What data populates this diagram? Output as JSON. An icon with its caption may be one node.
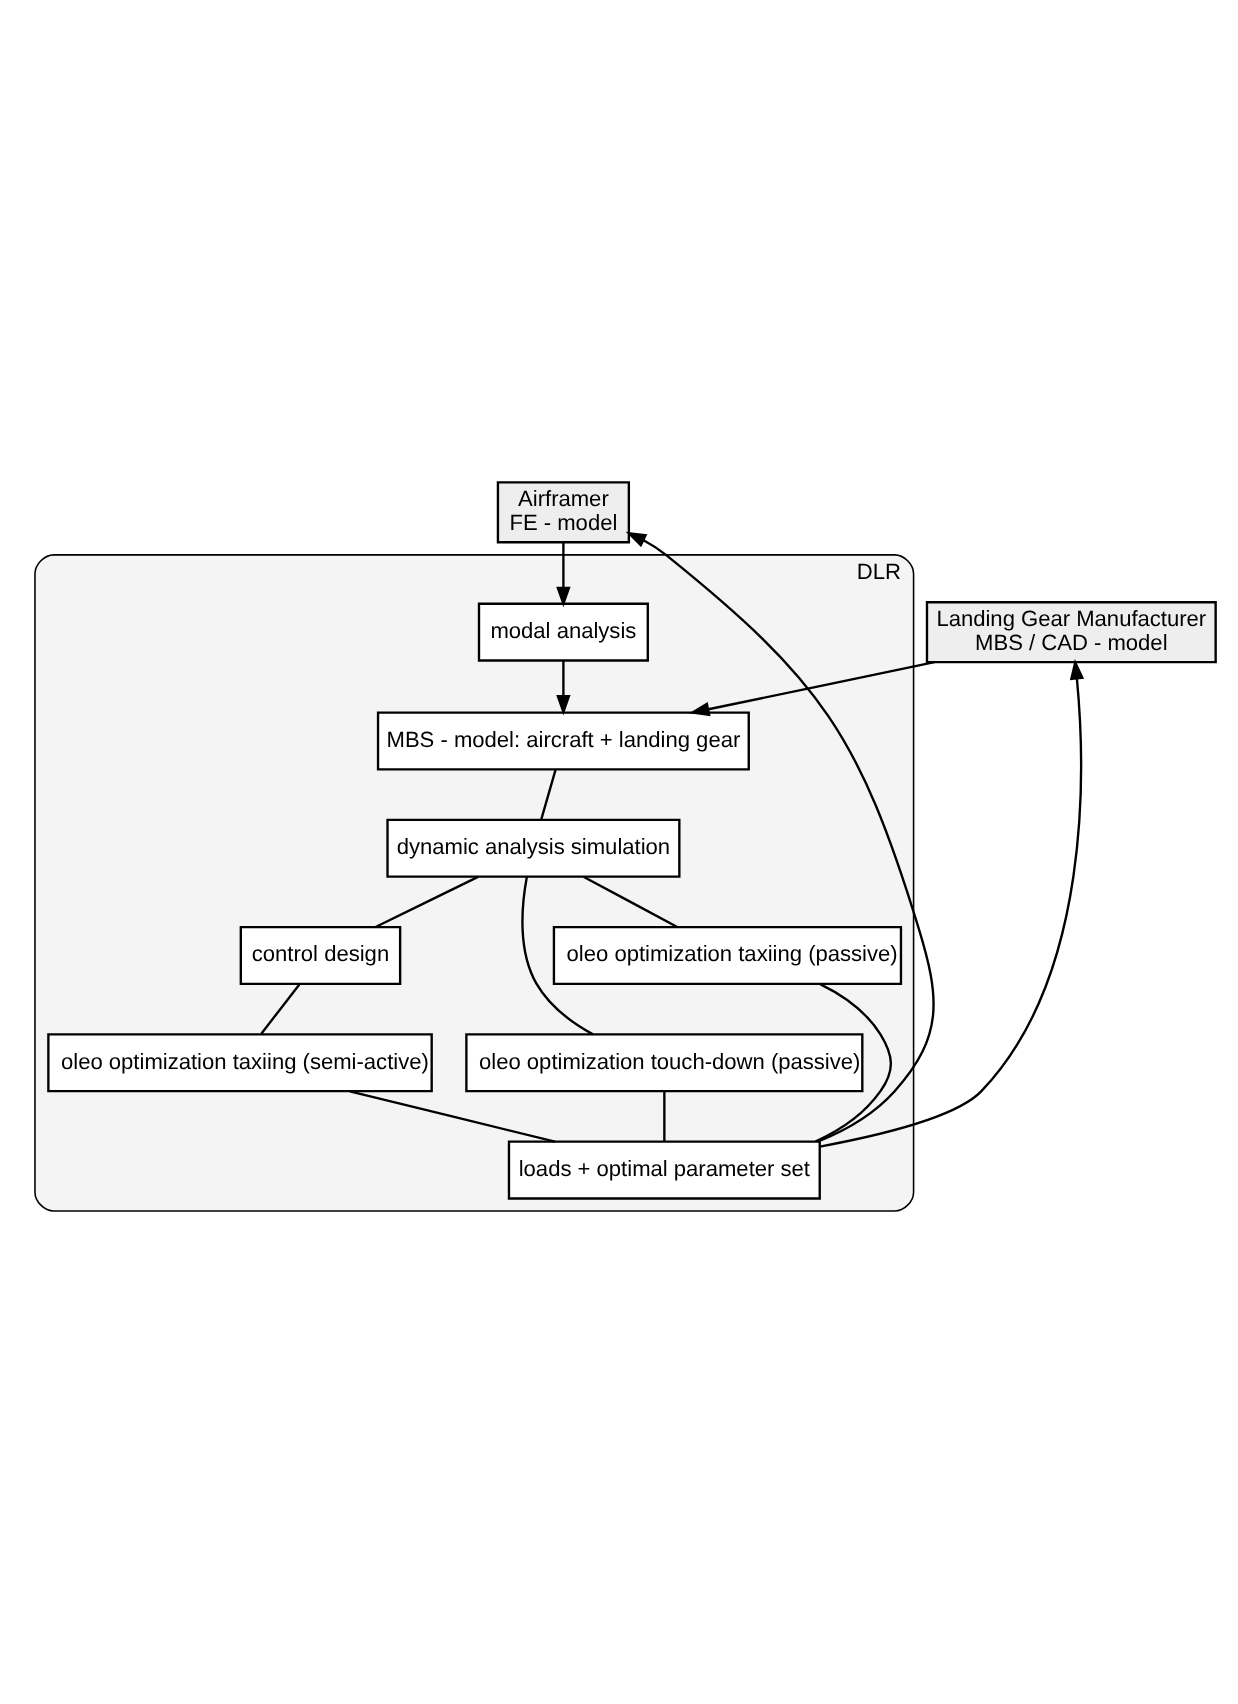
{
  "diagram": {
    "nodes": [
      {
        "text": [
          "Airframer",
          "FE - model"
        ]
      },
      {
        "text": [
          "Landing Gear Manufacturer",
          "MBS / CAD - model"
        ]
      },
      {
        "text": [
          "DLR"
        ]
      },
      {
        "text": [
          "modal analysis"
        ],
        "in": 2
      },
      {
        "text": [
          "MBS - model: aircraft + landing gear"
        ],
        "in": 2
      },
      {
        "text": [
          "dynamic analysis simulation"
        ],
        "in": 2
      },
      {
        "text": [
          "control design"
        ],
        "in": 2
      },
      {
        "text": [
          "oleo optimization touch-down (passive)"
        ],
        "in": 2
      },
      {
        "text": [
          "oleo optimization taxiing (passive)"
        ],
        "in": 2
      },
      {
        "text": [
          "oleo optimization taxiing (semi-active)"
        ],
        "in": 2
      },
      {
        "text": [
          "loads + optimal parameter set"
        ],
        "in": 2
      }
    ],
    "edges": [
      {
        "from": 0,
        "to": 3,
        "arrow": "to"
      },
      {
        "from": 3,
        "to": 4,
        "arrow": "to"
      },
      {
        "from": 1,
        "to": 4,
        "arrow": "to"
      },
      {
        "from": 4,
        "to": 5,
        "arrow": "none"
      },
      {
        "from": 5,
        "to": 7,
        "arrow": "none"
      },
      {
        "from": 5,
        "to": 8,
        "arrow": "none"
      },
      {
        "from": 5,
        "to": 6,
        "arrow": "none"
      },
      {
        "from": 6,
        "to": 9,
        "arrow": "none"
      },
      {
        "from": 7,
        "to": 10,
        "arrow": "none"
      },
      {
        "from": 8,
        "to": 10,
        "arrow": "none"
      },
      {
        "from": 9,
        "to": 10,
        "arrow": "none"
      },
      {
        "from": 10,
        "to": 0,
        "arrow": "to"
      },
      {
        "from": 10,
        "to": 1,
        "arrow": "to"
      }
    ]
  }
}
